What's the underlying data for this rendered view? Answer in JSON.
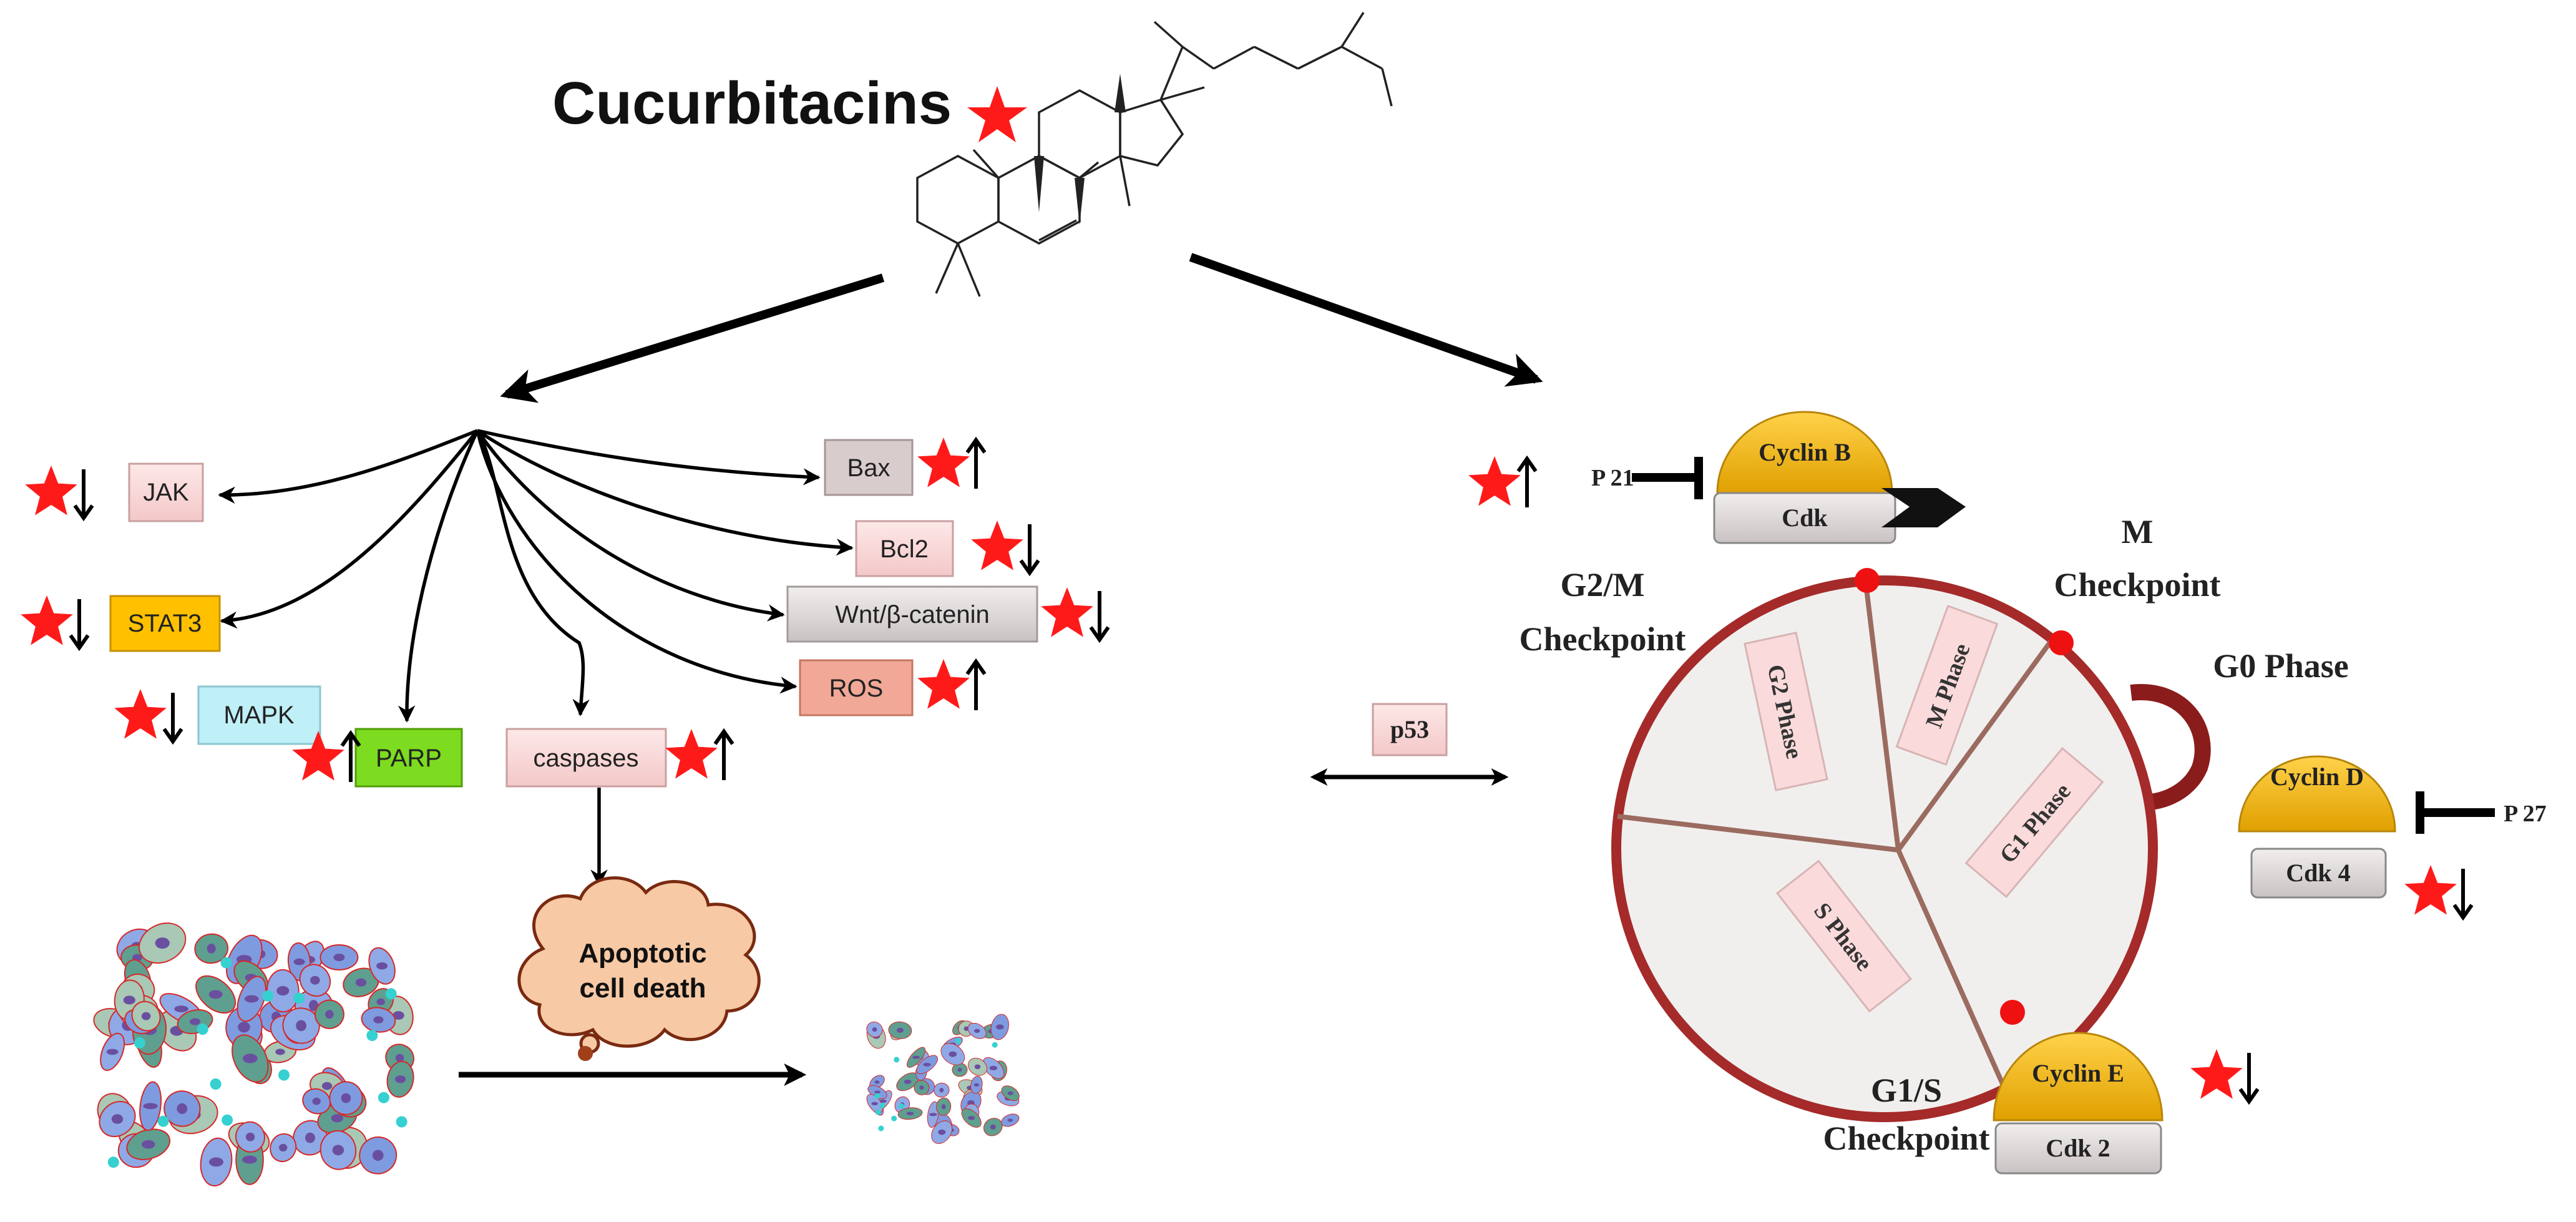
{
  "title": "Cucurbitacins",
  "nodes": {
    "jak": "JAK",
    "stat3": "STAT3",
    "mapk": "MAPK",
    "parp": "PARP",
    "caspases": "caspases",
    "bax": "Bax",
    "bcl2": "Bcl2",
    "wnt": "Wnt/β-catenin",
    "ros": "ROS",
    "p53": "p53"
  },
  "apoptosis": {
    "line1": "Apoptotic",
    "line2": "cell death"
  },
  "cell_cycle": {
    "phases": {
      "g2": "G2 Phase",
      "m": "M Phase",
      "g1": "G1 Phase",
      "s": "S Phase"
    },
    "checkpoints": {
      "g2m_line1": "G2/M",
      "g2m_line2": "Checkpoint",
      "m_line1": "M",
      "m_line2": "Checkpoint",
      "g0": "G0 Phase",
      "g1s_line1": "G1/S",
      "g1s_line2": "Checkpoint"
    },
    "complexes": {
      "cyclin_b": "Cyclin  B",
      "cdk": "Cdk",
      "cyclin_d": "Cyclin  D",
      "cdk4": "Cdk 4",
      "cyclin_e": "Cyclin  E",
      "cdk2": "Cdk 2"
    },
    "inhibitors": {
      "p21": "P 21",
      "p27": "P 27"
    }
  },
  "colors": {
    "star": "#ff1a1a",
    "cycle_rim": "#a52a2a",
    "cyclin_gold": "#f2b400",
    "cdk_grey": "#d9d4d4",
    "stat3": "#ffc000",
    "parp": "#7ddc1f",
    "mapk": "#bfeff7",
    "ros": "#f2a896",
    "pink_box": "#fadada",
    "cloud": "#f7c9a5"
  }
}
